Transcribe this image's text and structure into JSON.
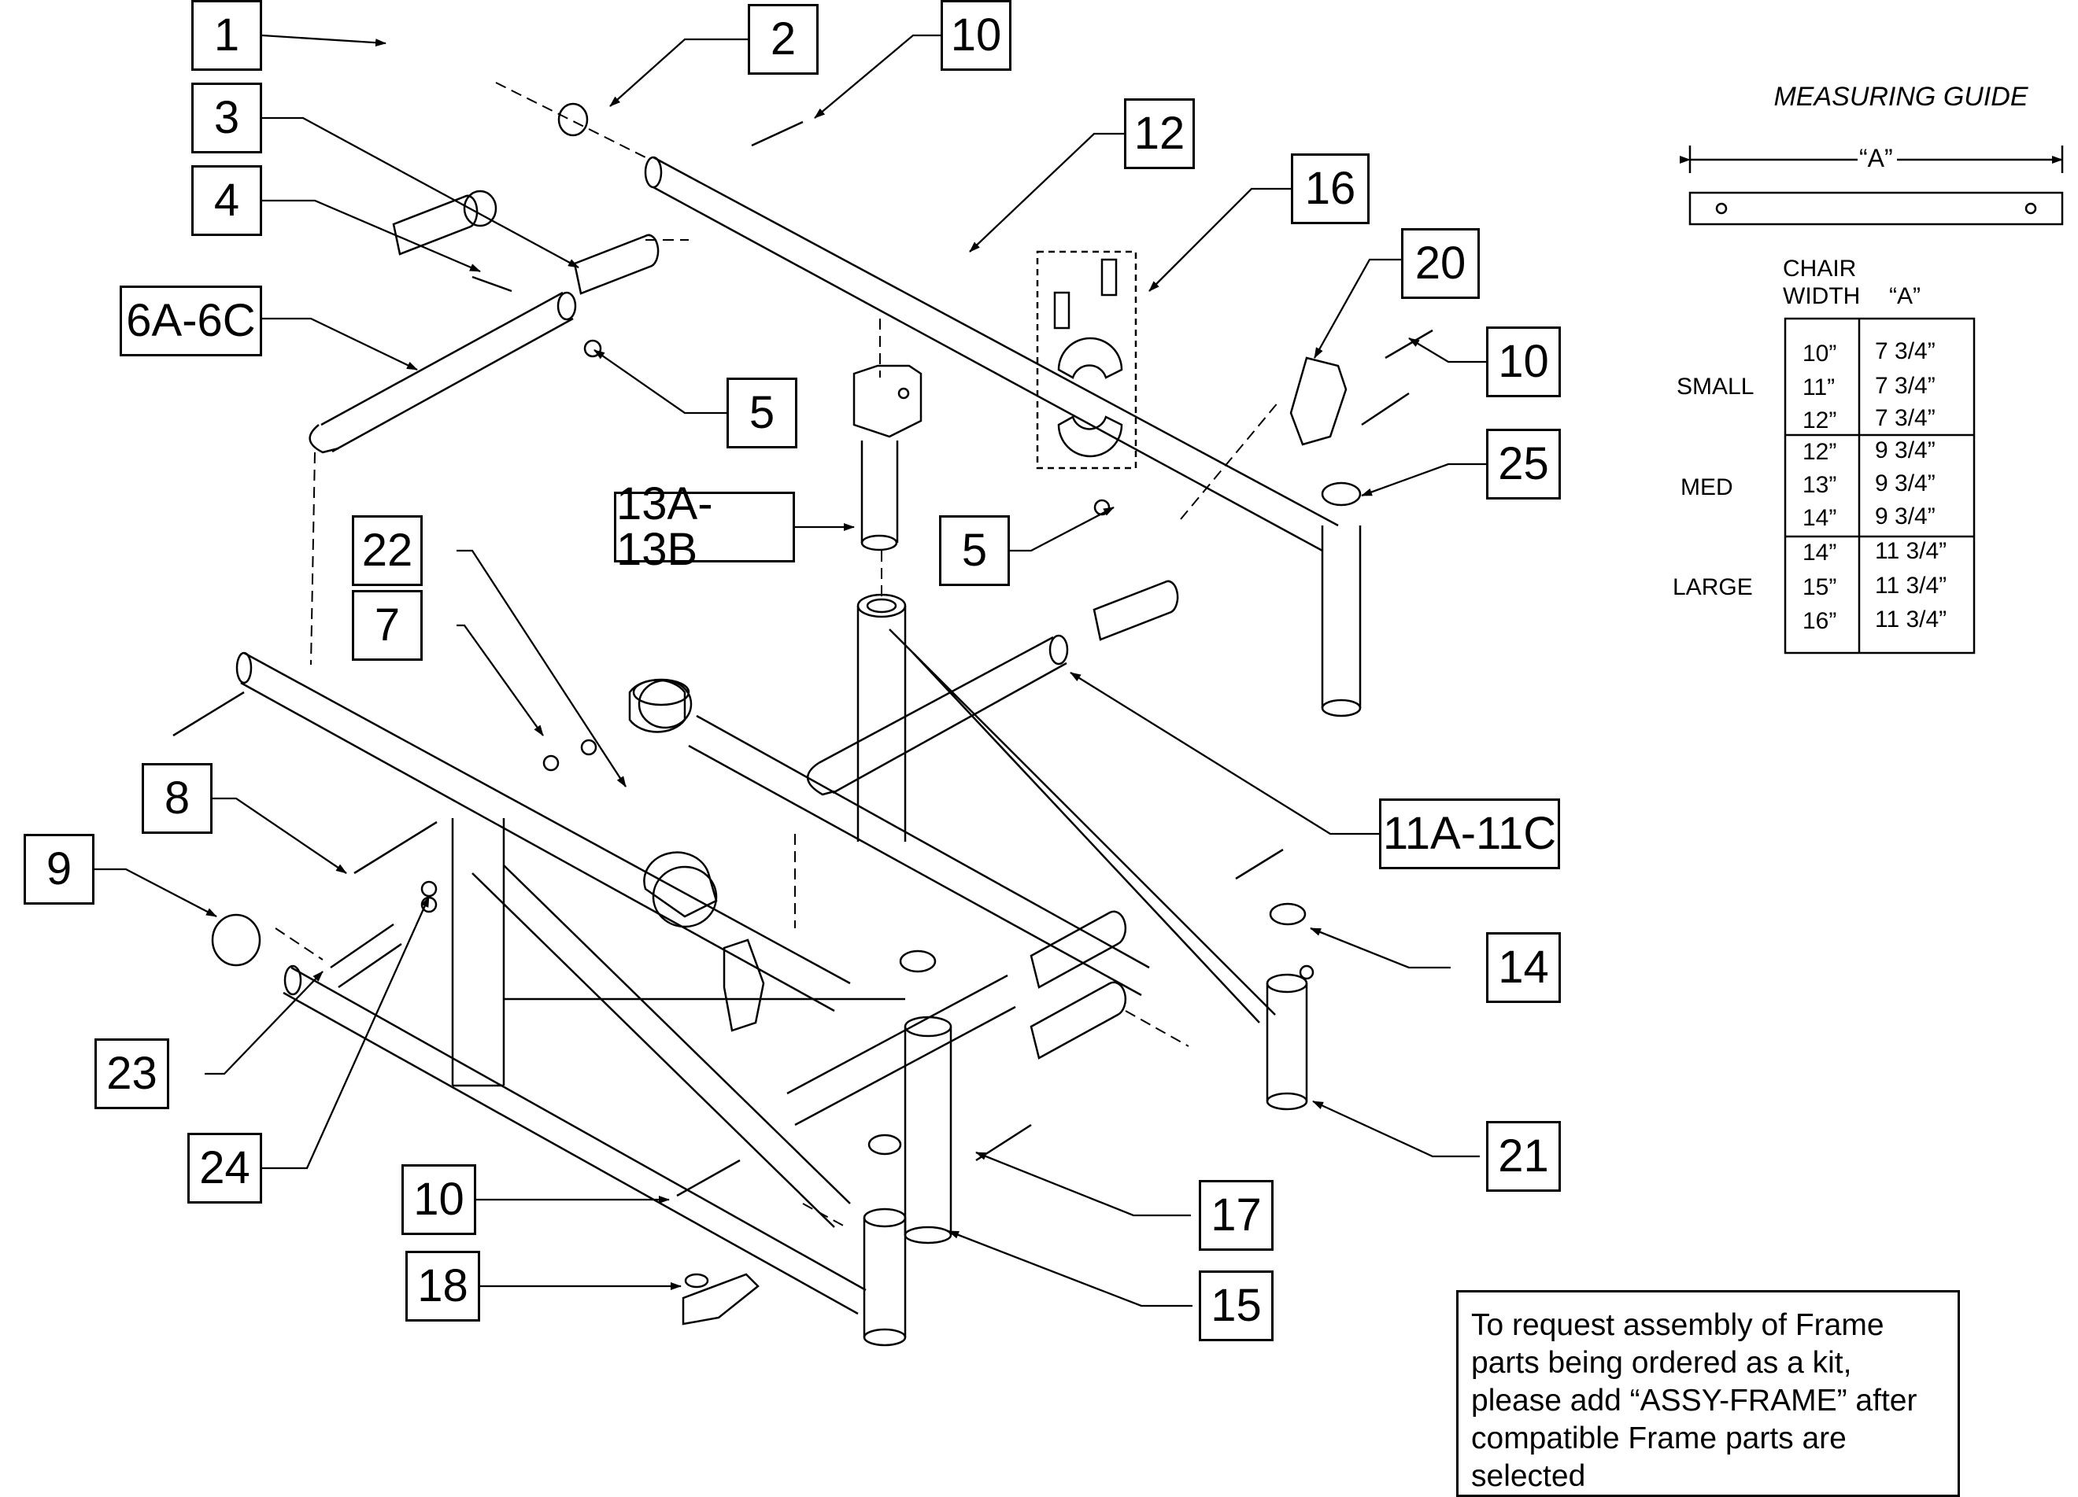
{
  "callouts": {
    "c1": "1",
    "c2": "2",
    "c10a": "10",
    "c3": "3",
    "c4": "4",
    "c6": "6A-6C",
    "c5a": "5",
    "c12": "12",
    "c16": "16",
    "c20": "20",
    "c10b": "10",
    "c25": "25",
    "c13": "13A-13B",
    "c5b": "5",
    "c22": "22",
    "c7": "7",
    "c8": "8",
    "c9": "9",
    "c11": "11A-11C",
    "c14": "14",
    "c23": "23",
    "c24": "24",
    "c21": "21",
    "c10c": "10",
    "c17": "17",
    "c18": "18",
    "c15": "15"
  },
  "measuring_guide": {
    "title": "MEASURING GUIDE",
    "dimension_label": "“A”"
  },
  "size_table": {
    "header_width_line1": "CHAIR",
    "header_width_line2": "WIDTH",
    "header_a": "“A”",
    "groups": [
      {
        "name": "SMALL",
        "rows": [
          {
            "width": "10”",
            "a": "7 3/4”"
          },
          {
            "width": "11”",
            "a": "7 3/4”"
          },
          {
            "width": "12”",
            "a": "7 3/4”"
          }
        ]
      },
      {
        "name": "MED",
        "rows": [
          {
            "width": "12”",
            "a": "9 3/4”"
          },
          {
            "width": "13”",
            "a": "9 3/4”"
          },
          {
            "width": "14”",
            "a": "9 3/4”"
          }
        ]
      },
      {
        "name": "LARGE",
        "rows": [
          {
            "width": "14”",
            "a": "11 3/4”"
          },
          {
            "width": "15”",
            "a": "11 3/4”"
          },
          {
            "width": "16”",
            "a": "11 3/4”"
          }
        ]
      }
    ]
  },
  "note": {
    "line1": "To request assembly of Frame",
    "line2": "parts being ordered as a kit,",
    "line3": "please add “ASSY-FRAME” after",
    "line4": "compatible Frame parts are",
    "line5": "selected"
  }
}
